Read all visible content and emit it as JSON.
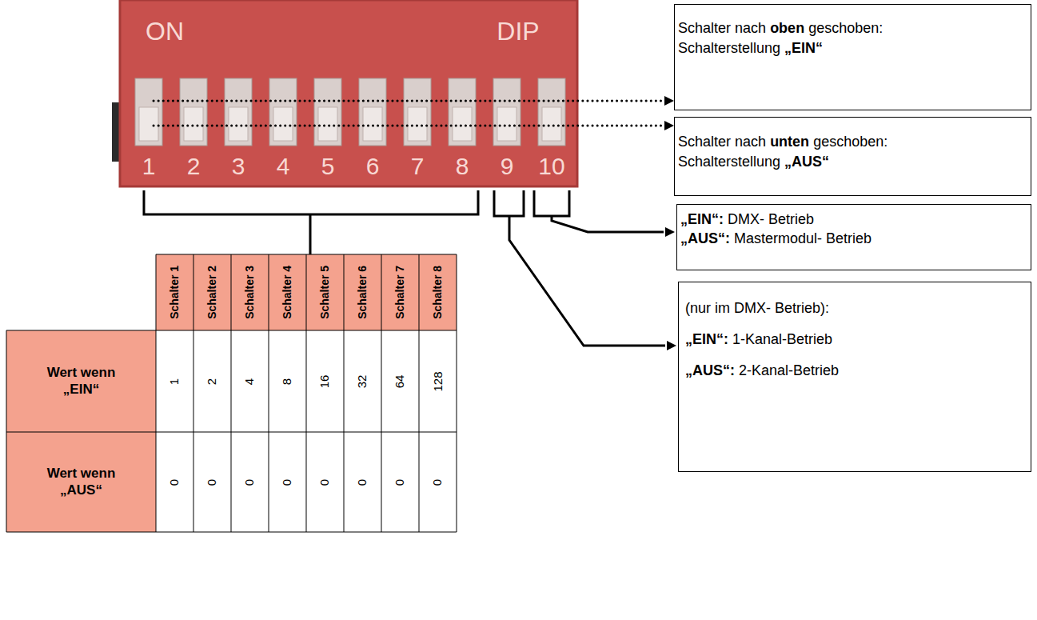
{
  "diagram": {
    "nodes": [
      {
        "text": [
          "Schalter nach oben geschoben:",
          "Schalterstellung „EIN“"
        ]
      },
      {
        "text": [
          "Schalter nach unten geschoben:",
          "Schalterstellung „AUS“"
        ]
      },
      {
        "text": [
          "„EIN“: DMX- Betrieb",
          "„AUS“: Mastermodul- Betrieb"
        ]
      },
      {
        "text": [
          "(nur im DMX- Betrieb):",
          "„EIN“: 1-Kanal-Betrieb",
          "„AUS“: 2-Kanal-Betrieb"
        ]
      }
    ],
    "labels": [
      "ON",
      "DIP",
      "1",
      "2",
      "3",
      "4",
      "5",
      "6",
      "7",
      "8",
      "9",
      "10",
      "Schalter 1",
      "Schalter 2",
      "Schalter 3",
      "Schalter 4",
      "Schalter 5",
      "Schalter 6",
      "Schalter 7",
      "Schalter 8",
      "Wert wenn „EIN“",
      "1",
      "2",
      "4",
      "8",
      "16",
      "32",
      "64",
      "128",
      "Wert wenn „AUS“",
      "0",
      "0",
      "0",
      "0",
      "0",
      "0",
      "0",
      "0"
    ]
  }
}
